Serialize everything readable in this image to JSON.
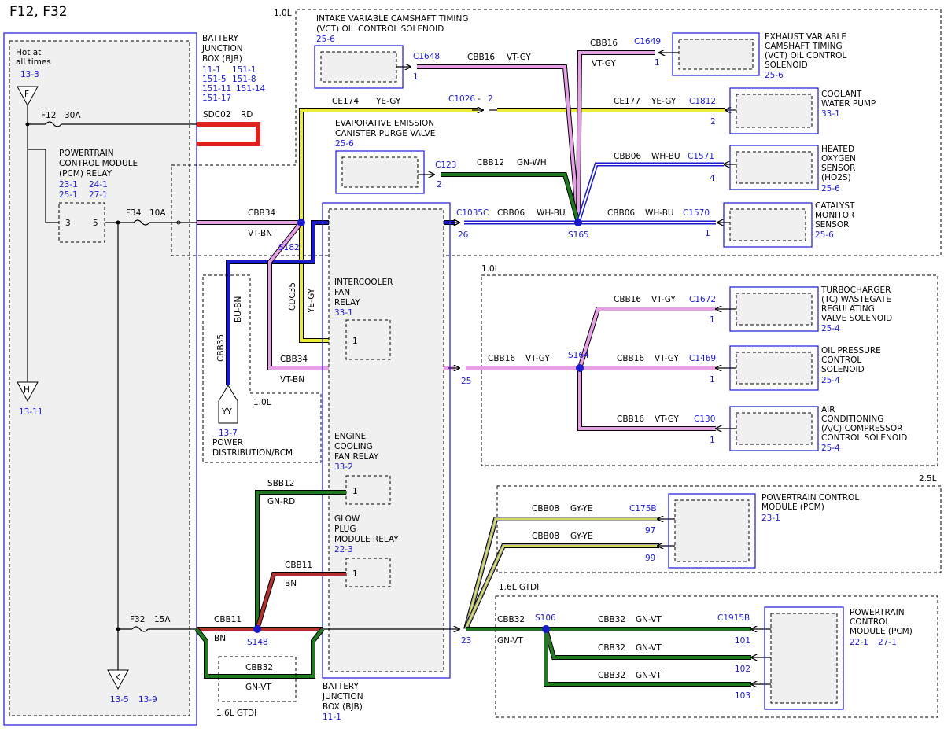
{
  "title": "F12, F32",
  "colors": {
    "blue": "#1a1ad6",
    "rd": "#e0201a",
    "vt": "#e6a0e6",
    "ye": "#ecec3a",
    "gn": "#1f7a1f",
    "bu": "#1a1acc",
    "bn": "#b23030",
    "gy": "#9aa0b0",
    "wh": "#ffffff"
  },
  "left": {
    "hot_l1": "Hot at",
    "hot_l2": "all times",
    "ref_f": "13-3",
    "conn_f": "F",
    "conn_h": "H",
    "ref_h": "13-11",
    "conn_k": "K",
    "ref_k1": "13-5",
    "ref_k2": "13-9",
    "f12": "F12",
    "f12_amp": "30A",
    "f34": "F34",
    "f34_amp": "10A",
    "f32": "F32",
    "f32_amp": "15A",
    "pcm_relay": [
      "POWERTRAIN",
      "CONTROL MODULE",
      "(PCM) RELAY"
    ],
    "pcm_relay_refs": [
      "23-1",
      "24-1",
      "25-1",
      "27-1"
    ],
    "pin3": "3",
    "pin5": "5"
  },
  "bjb": {
    "label": [
      "BATTERY",
      "JUNCTION",
      "BOX (BJB)"
    ],
    "refs": [
      "11-1",
      "151-1",
      "151-5",
      "151-8",
      "151-11",
      "151-14",
      "151-17"
    ],
    "bottom_label": [
      "BATTERY",
      "JUNCTION",
      "BOX (BJB)"
    ],
    "bottom_ref": "11-1"
  },
  "engines": {
    "e10a": "1.0L",
    "e10b": "1.0L",
    "e10c": "1.0L",
    "e25": "2.5L",
    "gtdi_a": "1.6L GTDI",
    "gtdi_b": "1.6L GTDI"
  },
  "wires": {
    "sdc02": "SDC02",
    "rd": "RD",
    "cbb34": "CBB34",
    "vtbn": "VT-BN",
    "cbb34b": "CBB34",
    "vtbn2": "VT-BN",
    "ce174": "CE174",
    "yegy": "YE-GY",
    "c1026": "C1026",
    "c1026pin": "2",
    "ce177": "CE177",
    "yegy2": "YE-GY",
    "cdc35": "CDC35",
    "yegy_v": "YE-GY",
    "cbb35": "CBB35",
    "bubn": "BU-BN",
    "cbb12": "CBB12",
    "gnwh": "GN-WH",
    "cbb06a": "CBB06",
    "whbu_a": "WH-BU",
    "cbb06b": "CBB06",
    "whbu_b": "WH-BU",
    "cbb06c": "CBB06",
    "whbu_c": "WH-BU",
    "cbb16a": "CBB16",
    "vtgy_a": "VT-GY",
    "cbb16b": "CBB16",
    "vtgy_b": "VT-GY",
    "cbb16c": "CBB16",
    "vtgy_c": "VT-GY",
    "cbb16d": "CBB16",
    "vtgy_d": "VT-GY",
    "cbb16e": "CBB16",
    "vtgy_e": "VT-GY",
    "cbb16f": "CBB16",
    "vtgy_f": "VT-GY",
    "sbb12": "SBB12",
    "gnrd": "GN-RD",
    "cbb11a": "CBB11",
    "bn_a": "BN",
    "cbb11b": "CBB11",
    "bn_b": "BN",
    "cbb32a": "CBB32",
    "gnvt_a": "GN-VT",
    "cbb08a": "CBB08",
    "gyye_a": "GY-YE",
    "cbb08b": "CBB08",
    "gyye_b": "GY-YE",
    "cbb32b": "CBB32",
    "gnvt_b": "GN-VT",
    "cbb32c": "CBB32",
    "gnvt_c": "GN-VT",
    "cbb32d": "CBB32",
    "gnvt_d": "GN-VT"
  },
  "splices": {
    "s182": "S182",
    "s165": "S165",
    "s164": "S164",
    "s148": "S148",
    "s106": "S106"
  },
  "connectors": {
    "c1648": "C1648",
    "c1648p": "1",
    "c1649": "C1649",
    "c1649p": "1",
    "c1812": "C1812",
    "c1812p": "2",
    "c123": "C123",
    "c123p": "2",
    "c1571": "C1571",
    "c1571p": "4",
    "c1035c": "C1035C",
    "c1035p26": "26",
    "c1035p25": "25",
    "c1035p23": "23",
    "c1570": "C1570",
    "c1570p": "1",
    "c1672": "C1672",
    "c1672p": "1",
    "c1469": "C1469",
    "c1469p": "1",
    "c130": "C130",
    "c130p": "1",
    "c175b": "C175B",
    "c175bp97": "97",
    "c175bp99": "99",
    "c1915b": "C1915B",
    "p101": "101",
    "p102": "102",
    "p103": "103"
  },
  "components": {
    "vct_intake": [
      "INTAKE VARIABLE CAMSHAFT TIMING",
      "(VCT) OIL CONTROL SOLENOID"
    ],
    "vct_intake_ref": "25-6",
    "vct_exhaust": [
      "EXHAUST VARIABLE",
      "CAMSHAFT TIMING",
      "(VCT) OIL CONTROL",
      "SOLENOID"
    ],
    "vct_exhaust_ref": "25-6",
    "coolant": [
      "COOLANT",
      "WATER PUMP"
    ],
    "coolant_ref": "33-1",
    "evap": [
      "EVAPORATIVE EMISSION",
      "CANISTER PURGE VALVE"
    ],
    "evap_ref": "25-6",
    "ho2s": [
      "HEATED",
      "OXYGEN",
      "SENSOR",
      "(HO2S)"
    ],
    "ho2s_ref": "25-6",
    "catalyst": [
      "CATALYST",
      "MONITOR",
      "SENSOR"
    ],
    "catalyst_ref": "25-6",
    "intercooler": [
      "INTERCOOLER",
      "FAN",
      "RELAY"
    ],
    "intercooler_ref": "33-1",
    "intercooler_pin": "1",
    "turbo": [
      "TURBOCHARGER",
      "(TC) WASTEGATE",
      "REGULATING",
      "VALVE SOLENOID"
    ],
    "turbo_ref": "25-4",
    "oilp": [
      "OIL PRESSURE",
      "CONTROL",
      "SOLENOID"
    ],
    "oilp_ref": "25-4",
    "ac": [
      "AIR",
      "CONDITIONING",
      "(A/C) COMPRESSOR",
      "CONTROL SOLENOID"
    ],
    "ac_ref": "25-4",
    "power_dist": [
      "POWER",
      "DISTRIBUTION/BCM"
    ],
    "power_dist_ref": "13-7",
    "yy": "YY",
    "ecf": [
      "ENGINE",
      "COOLING",
      "FAN RELAY"
    ],
    "ecf_ref": "33-2",
    "ecf_pin": "1",
    "glow": [
      "GLOW",
      "PLUG",
      "MODULE RELAY"
    ],
    "glow_ref": "22-3",
    "glow_pin": "1",
    "pcm25": [
      "POWERTRAIN CONTROL",
      "MODULE (PCM)"
    ],
    "pcm25_ref": "23-1",
    "pcm16": [
      "POWERTRAIN",
      "CONTROL",
      "MODULE (PCM)"
    ],
    "pcm16_refs": [
      "22-1",
      "27-1"
    ]
  }
}
